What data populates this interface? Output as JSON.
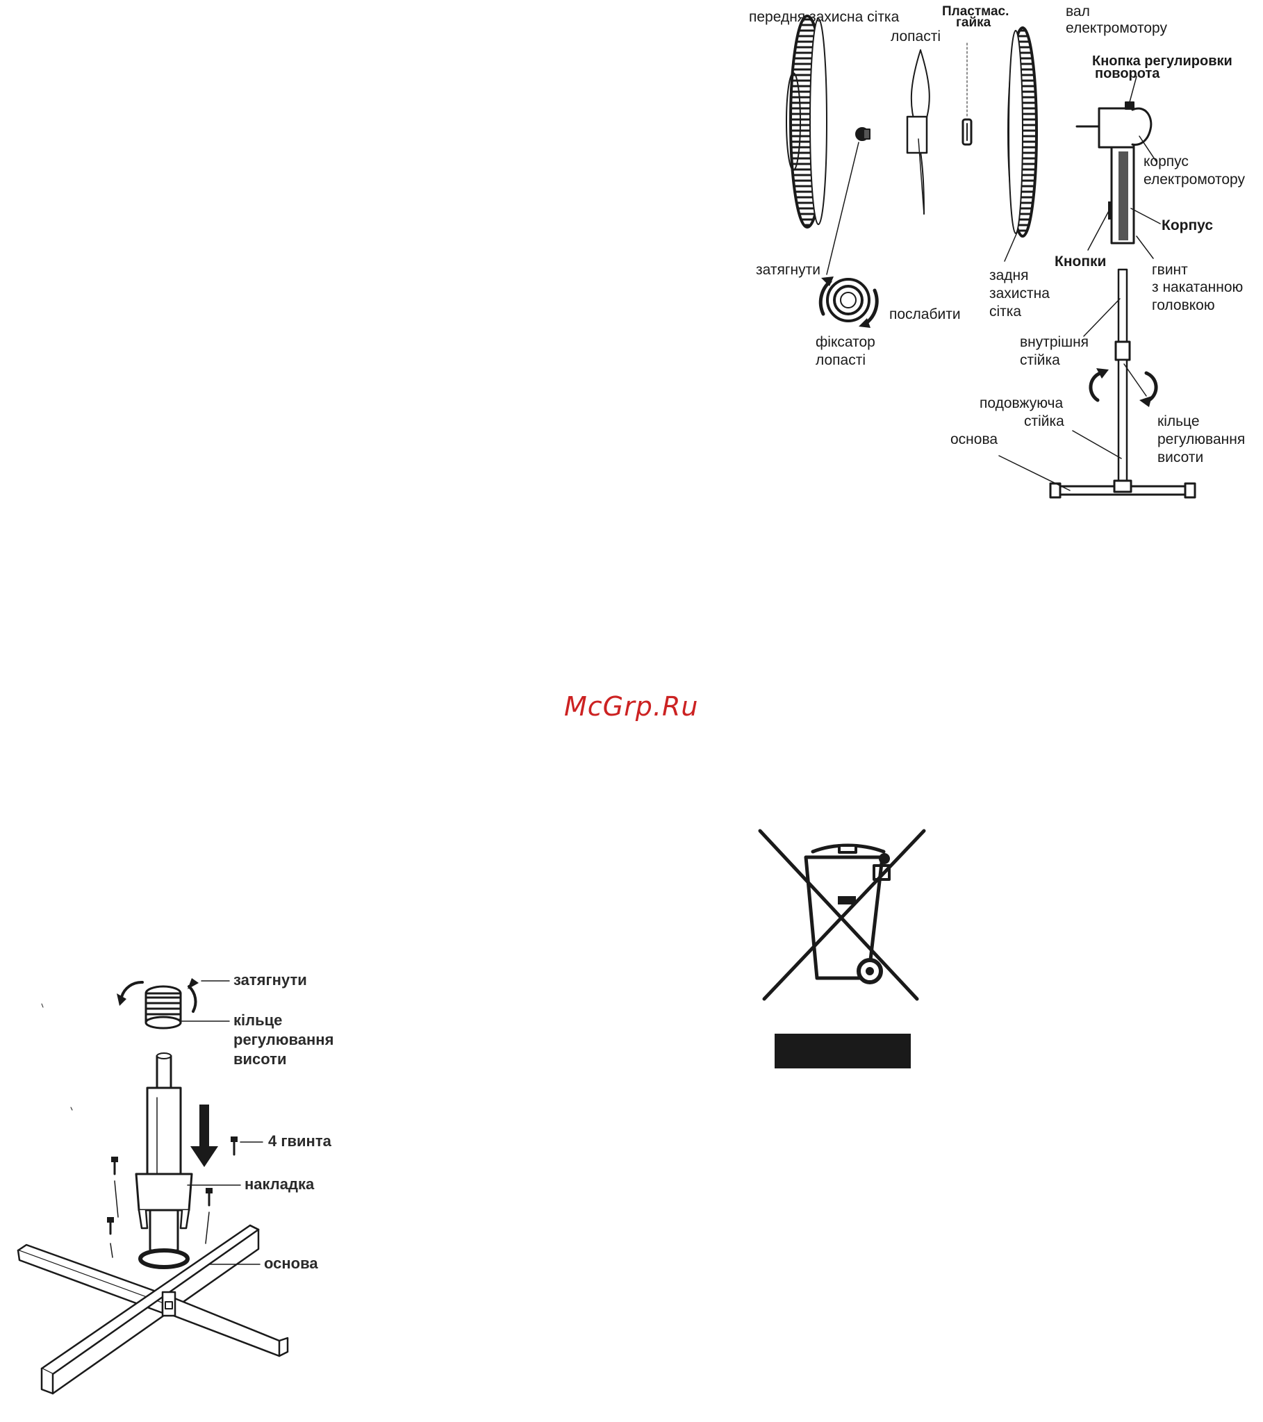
{
  "watermark": "McGrp.Ru",
  "fan_parts": {
    "front_grille": "передня захисна сітка",
    "blades": "лопасті",
    "plastic_nut_1": "Пластмас.",
    "plastic_nut_2": "гайка",
    "motor_shaft_1": "вал",
    "motor_shaft_2": "електромотору",
    "rotation_knob_1": "Кнопка регулировки",
    "rotation_knob_2": "поворота",
    "motor_housing_1": "корпус",
    "motor_housing_2": "електромотору",
    "body": "Корпус",
    "buttons": "Кнопки",
    "knurled_screw_1": "гвинт",
    "knurled_screw_2": "з накатанною",
    "knurled_screw_3": "головкою",
    "tighten": "затягнути",
    "loosen": "послабити",
    "rear_grille_1": "задня",
    "rear_grille_2": "захистна",
    "rear_grille_3": "сітка",
    "blade_lock_1": "фіксатор",
    "blade_lock_2": "лопасті",
    "inner_pole_1": "внутрішня",
    "inner_pole_2": "стійка",
    "extension_pole_1": "подовжуюча",
    "extension_pole_2": "стійка",
    "base": "основа",
    "height_ring_1": "кільце",
    "height_ring_2": "регулювання",
    "height_ring_3": "висоти"
  },
  "base_assembly": {
    "tighten": "затягнути",
    "height_ring_1": "кільце",
    "height_ring_2": "регулювання",
    "height_ring_3": "висоти",
    "screws": "4 гвинта",
    "cover": "накладка",
    "base": "основа"
  }
}
